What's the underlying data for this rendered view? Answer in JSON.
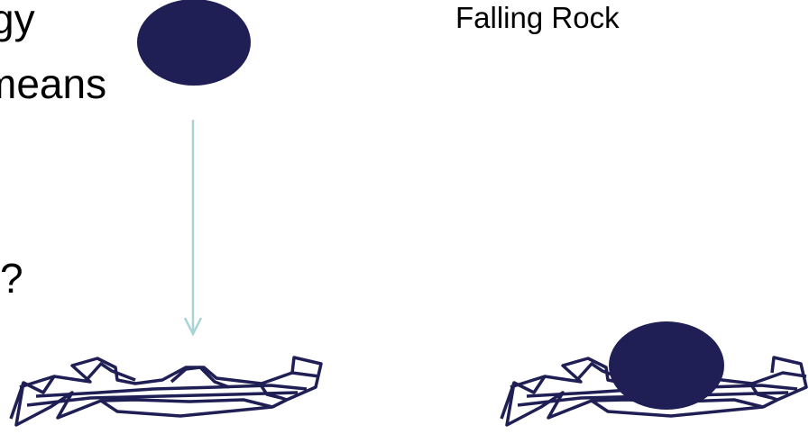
{
  "text_fragments": {
    "line_1": "gy",
    "line_2": "means",
    "line_3": "?"
  },
  "caption": "Falling Rock",
  "colors": {
    "rock": "#1f1f55",
    "ground_stroke": "#1f1f55",
    "arrow": "#a9d4d6",
    "background": "#ffffff"
  },
  "icons": {
    "falling_rock": "filled-ellipse",
    "landed_rock": "filled-ellipse",
    "ground": "jagged-rock-pile",
    "fall_arrow": "down-arrow"
  }
}
